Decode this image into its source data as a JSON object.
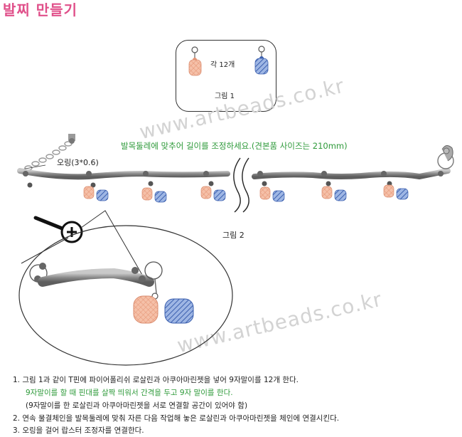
{
  "title": "발찌 만들기",
  "figure1": {
    "count_text": "각 12개",
    "label": "그림 1"
  },
  "figure2": {
    "label": "그림 2",
    "instruction": "발목둘레에 맞추어 길이를 조정하세요.(견본품 사이즈는 210mm)",
    "oring_label": "오링(3*0.6)"
  },
  "watermark": "www.artbeads.co.kr",
  "steps": {
    "s1": "1. 그림 1과 같이 T핀에 파이어폴리쉬 로살린과 아쿠아마린젯을 넣어 9자말이를 12개 한다.",
    "s1a": "9자말이를 할 때 핀대를 살짝 띄워서 간격을 두고 9자 말이를 한다.",
    "s1b": "(9자말이를 한 로살린과 아쿠아마린젯을 서로 연결할 공간이 있어야 함)",
    "s2": "2. 연속 물결체인을 발목둘레에 맞춰 자른 다음 작업해 놓은 로살린과 아쿠아마린젯을 체인에 연결시킨다.",
    "s3": "3. 오링을 걸어 랍스터 조정자를 연결한다."
  },
  "colors": {
    "title": "#e0508a",
    "instruction": "#2e9a3a",
    "rosaline": "#f2b49a",
    "aquamarine": "#5a7fc4"
  },
  "icons": {
    "magnifier": "magnifier-plus-icon",
    "clasp": "lobster-clasp-icon"
  }
}
